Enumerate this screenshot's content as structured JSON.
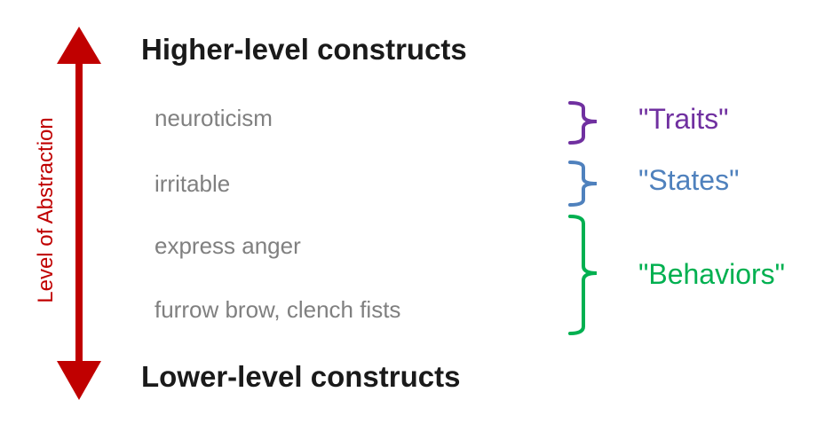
{
  "axis": {
    "label": "Level of Abstraction",
    "color": "#c00000"
  },
  "headings": {
    "top": "Higher-level constructs",
    "bottom": "Lower-level constructs"
  },
  "items": [
    "neuroticism",
    "irritable",
    "express anger",
    "furrow brow, clench fists"
  ],
  "categories": {
    "traits": {
      "label": "\"Traits\"",
      "color": "#7030a0"
    },
    "states": {
      "label": "\"States\"",
      "color": "#4f81bd"
    },
    "behaviors": {
      "label": "\"Behaviors\"",
      "color": "#00b050"
    }
  }
}
